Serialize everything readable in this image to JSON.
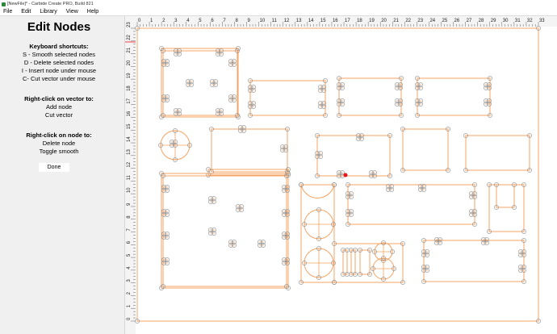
{
  "window": {
    "title": "[NewFile]* - Carbide Create PRO, Build 821"
  },
  "menu": [
    "File",
    "Edit",
    "Library",
    "View",
    "Help"
  ],
  "panel": {
    "title": "Edit Nodes",
    "shortcuts_heading": "Keyboard shortcuts:",
    "shortcuts": [
      "S - Smooth selected nodes",
      "D - Delete selected nodes",
      "I - Insert node under mouse",
      "C- Cut vector under mouse"
    ],
    "vector_heading": "Right-click on vector to:",
    "vector_actions": [
      "Add node",
      "Cut vector"
    ],
    "node_heading": "Right-click on node to:",
    "node_actions": [
      "Delete node",
      "Toggle smooth"
    ],
    "done_label": "Done"
  },
  "ruler": {
    "x_labels": [
      "0",
      "1",
      "2",
      "3",
      "4",
      "5",
      "6",
      "7",
      "8",
      "9",
      "10",
      "11",
      "12",
      "13",
      "14",
      "15",
      "16",
      "17",
      "18",
      "19",
      "20",
      "21",
      "22",
      "23",
      "24",
      "25",
      "26",
      "27",
      "28",
      "29",
      "30",
      "31",
      "32",
      "33"
    ],
    "y_labels": [
      "0",
      "1",
      "2",
      "3",
      "4",
      "5",
      "6",
      "7",
      "8",
      "9",
      "10",
      "11",
      "12",
      "13",
      "14",
      "15",
      "16",
      "17",
      "18",
      "19",
      "20",
      "21",
      "22",
      "23"
    ]
  },
  "colors": {
    "vector": "#f5a463",
    "node": "#888888",
    "selected": "#e8141e"
  }
}
